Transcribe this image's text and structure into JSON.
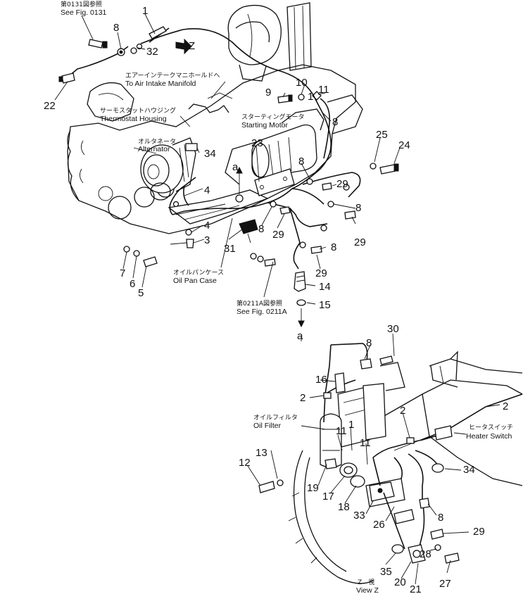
{
  "callouts": {
    "n1a": "1",
    "n1b": "1",
    "n1c": "1",
    "n2a": "2",
    "n2b": "2",
    "n2c": "2",
    "n3": "3",
    "n4a": "4",
    "n4b": "4",
    "n5": "5",
    "n6": "6",
    "n7": "7",
    "n8a": "8",
    "n8b": "8",
    "n8c": "8",
    "n8d": "8",
    "n8e": "8",
    "n8f": "8",
    "n8g": "8",
    "n8h": "8",
    "n9": "9",
    "n10": "10",
    "n11a": "11",
    "n11b": "11",
    "n11c": "11",
    "n12": "12",
    "n13": "13",
    "n14": "14",
    "n15": "15",
    "n16": "16",
    "n17": "17",
    "n18": "18",
    "n19": "19",
    "n20": "20",
    "n21": "21",
    "n22": "22",
    "n23": "23",
    "n24": "24",
    "n25": "25",
    "n26": "26",
    "n27": "27",
    "n28": "28",
    "n29a": "29",
    "n29b": "29",
    "n29c": "29",
    "n29d": "29",
    "n29e": "29",
    "n30": "30",
    "n31": "31",
    "n32": "32",
    "n33": "33",
    "n34a": "34",
    "n34b": "34",
    "n35": "35",
    "a_top": "a",
    "a_bottom": "a",
    "z_arrow": "Z"
  },
  "labels": {
    "see_0131_jp": "第0131図参照",
    "see_0131": "See Fig. 0131",
    "intake_jp": "エアーインテークマニホールドへ",
    "intake": "To Air Intake Manifold",
    "thermo_jp": "サーモスタットハウジング",
    "thermo": "Thermostat Housing",
    "alt_jp": "オルタネータ",
    "alt": "Alternator",
    "starter_jp": "スターティングモータ",
    "starter": "Starting Motor",
    "oilpan_jp": "オイルパンケース",
    "oilpan": "Oil Pan Case",
    "see_0211_jp": "第0211A図参照",
    "see_0211": "See Fig. 0211A",
    "oilfilter_jp": "オイルフィルタ",
    "oilfilter": "Oil Filter",
    "heater_jp": "ヒータスイッチ",
    "heater": "Heater Switch",
    "viewz_jp": "Z　視",
    "viewz": "View Z"
  }
}
